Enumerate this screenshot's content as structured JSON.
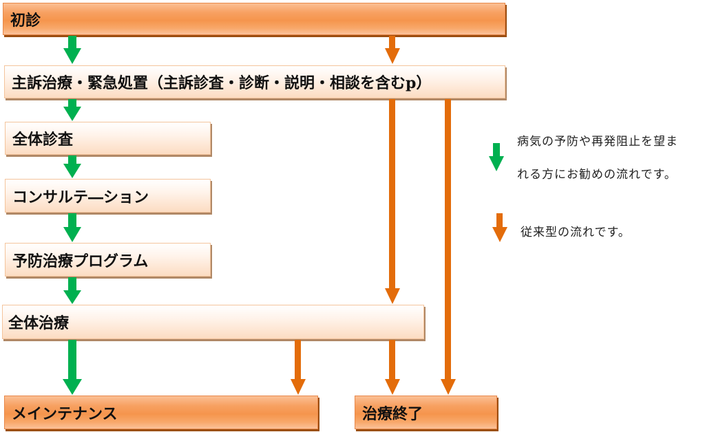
{
  "colors": {
    "green_arrow": "#00b050",
    "orange_arrow": "#e36c0a"
  },
  "steps": {
    "first_visit": "初診",
    "chief_complaint": "主訴治療・緊急処置（主訴診査・診断・説明・相談を含むp）",
    "full_exam": "全体診査",
    "consultation": "コンサルテ―ション",
    "prevention_program": "予防治療プログラム",
    "full_treatment": "全体治療",
    "maintenance": "メインテナンス",
    "treatment_end": "治療終了"
  },
  "legend": {
    "green_line1": "病気の予防や再発阻止を望ま",
    "green_line2": "れる方にお勧めの流れです。",
    "orange_text": "従来型の流れです。"
  }
}
